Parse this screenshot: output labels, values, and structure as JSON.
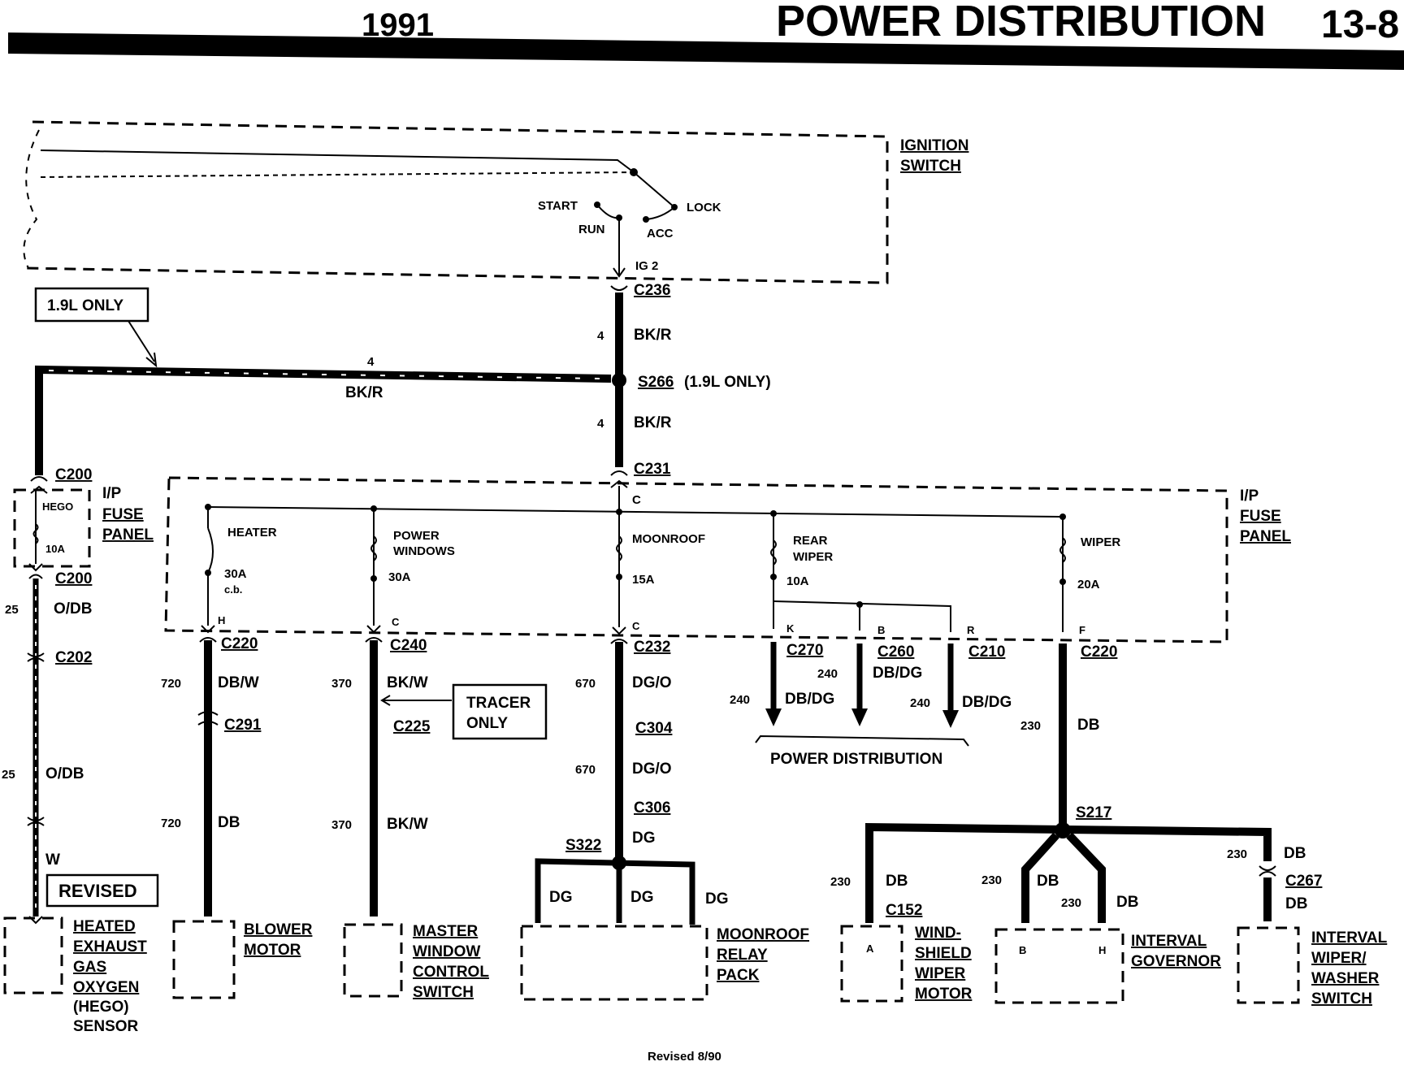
{
  "header": {
    "year": "1991",
    "title": "POWER DISTRIBUTION",
    "page": "13-8"
  },
  "ignition_switch": {
    "label_line1": "IGNITION",
    "label_line2": "SWITCH",
    "positions": {
      "start": "START",
      "lock": "LOCK",
      "run": "RUN",
      "acc": "ACC",
      "output": "IG 2"
    }
  },
  "connectors": {
    "c236": "C236",
    "c231": "C231",
    "c200_top": "C200",
    "c200_bot": "C200",
    "c202": "C202",
    "c220_l": "C220",
    "c240": "C240",
    "c232": "C232",
    "c270": "C270",
    "c260": "C260",
    "c210": "C210",
    "c220_r": "C220",
    "c291": "C291",
    "c225": "C225",
    "c304": "C304",
    "c306": "C306",
    "c152": "C152",
    "c267": "C267"
  },
  "splices": {
    "s266": "S266",
    "s266_note": "(1.9L ONLY)",
    "s322": "S322",
    "s217": "S217"
  },
  "notes": {
    "engine_only": "1.9L ONLY",
    "tracer_line1": "TRACER",
    "tracer_line2": "ONLY",
    "revised_box": "REVISED",
    "footer": "Revised 8/90"
  },
  "fuse_panel": {
    "label_line1": "I/P",
    "label_line2": "FUSE",
    "label_line3": "PANEL",
    "hego": {
      "name": "HEGO",
      "rating": "10A"
    },
    "heater": {
      "name": "HEATER",
      "rating": "30A",
      "type": "c.b.",
      "pin": "H"
    },
    "power_windows": {
      "name_line1": "POWER",
      "name_line2": "WINDOWS",
      "rating": "30A",
      "pin": "C"
    },
    "moonroof": {
      "name": "MOONROOF",
      "rating": "15A",
      "pin": "C"
    },
    "rear_wiper": {
      "name_line1": "REAR",
      "name_line2": "WIPER",
      "rating": "10A",
      "pins": [
        "K",
        "B",
        "R"
      ]
    },
    "wiper": {
      "name": "WIPER",
      "rating": "20A",
      "pin": "F"
    },
    "bus_pin": "C"
  },
  "wires": {
    "bkr_num": "4",
    "bkr_color": "BK/R",
    "odb_num": "25",
    "odb_color": "O/DB",
    "hego_pin": "W",
    "heater_num": "720",
    "heater_color_upper": "DB/W",
    "heater_color_lower": "DB",
    "pw_num": "370",
    "pw_color": "BK/W",
    "moon_num": "670",
    "moon_color": "DG/O",
    "moon_color_dg": "DG",
    "pd_num": "240",
    "pd_color": "DB/DG",
    "wiper_num": "230",
    "wiper_color": "DB"
  },
  "loads": {
    "hego_sensor": [
      "HEATED",
      "EXHAUST",
      "GAS",
      "OXYGEN",
      "(HEGO)",
      "SENSOR"
    ],
    "blower_motor": [
      "BLOWER",
      "MOTOR"
    ],
    "master_window": [
      "MASTER",
      "WINDOW",
      "CONTROL",
      "SWITCH"
    ],
    "moonroof_relay": [
      "MOONROOF",
      "RELAY",
      "PACK"
    ],
    "windshield_wiper": [
      "WIND-",
      "SHIELD",
      "WIPER",
      "MOTOR"
    ],
    "interval_governor": [
      "INTERVAL",
      "GOVERNOR"
    ],
    "interval_switch": [
      "INTERVAL",
      "WIPER/",
      "WASHER",
      "SWITCH"
    ],
    "power_distribution": "POWER DISTRIBUTION",
    "wiper_motor_pin": "A",
    "governor_pins": [
      "B",
      "H"
    ]
  }
}
